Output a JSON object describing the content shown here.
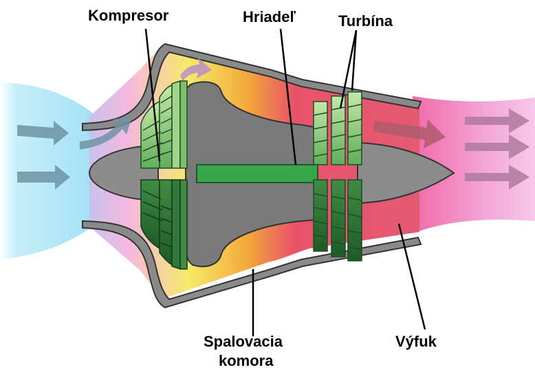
{
  "labels": {
    "compressor": "Kompresor",
    "shaft": "Hriadeľ",
    "turbine": "Turbína",
    "combustion_line1": "Spalovacia",
    "combustion_line2": "komora",
    "exhaust": "Výfuk"
  },
  "colors": {
    "intake": "#9fe0f5",
    "exhaust_flow": "#f3a6d8",
    "casing": "#6e6e6e",
    "casing_fill": "#cfcfcf",
    "core": "#808080",
    "shaft": "#3aa64a",
    "combustion_hot": "#f2c94c",
    "exhaust_chamber": "#e8536a",
    "blade_light": "#a8d890",
    "blade_dark": "#2f7a3a"
  },
  "icons": {
    "intake_arrows": "arrow-right-icon",
    "exhaust_arrows": "arrow-right-icon"
  }
}
